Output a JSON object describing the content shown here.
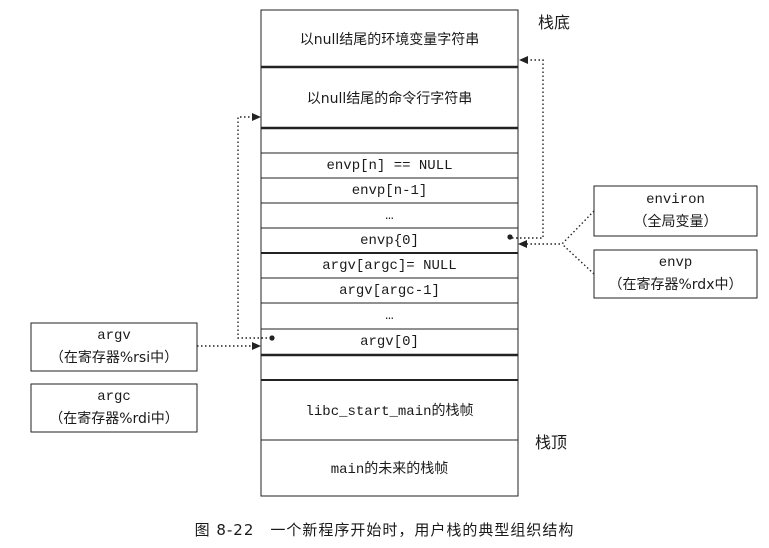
{
  "stack": {
    "env_strings": "以null结尾的环境变量字符串",
    "cmd_strings": "以null结尾的命令行字符串",
    "envp_n": "envp[n] == NULL",
    "envp_n1": "envp[n-1]",
    "envp_dots": "…",
    "envp_0": "envp{0]",
    "argv_argc": "argv[argc]= NULL",
    "argv_argc1": "argv[argc-1]",
    "argv_dots": "…",
    "argv_0": "argv[0]",
    "libc_frame": "libc_start_main的栈帧",
    "main_frame": "main的未来的栈帧"
  },
  "labels": {
    "stack_bottom": "栈底",
    "stack_top": "栈顶"
  },
  "callouts": {
    "environ_name": "environ",
    "environ_desc": "（全局变量）",
    "envp_name": "envp",
    "envp_desc": "（在寄存器%rdx中）",
    "argv_name": "argv",
    "argv_desc": "（在寄存器%rsi中）",
    "argc_name": "argc",
    "argc_desc": "（在寄存器%rdi中）"
  },
  "caption": "图 8-22　一个新程序开始时，用户栈的典型组织结构"
}
